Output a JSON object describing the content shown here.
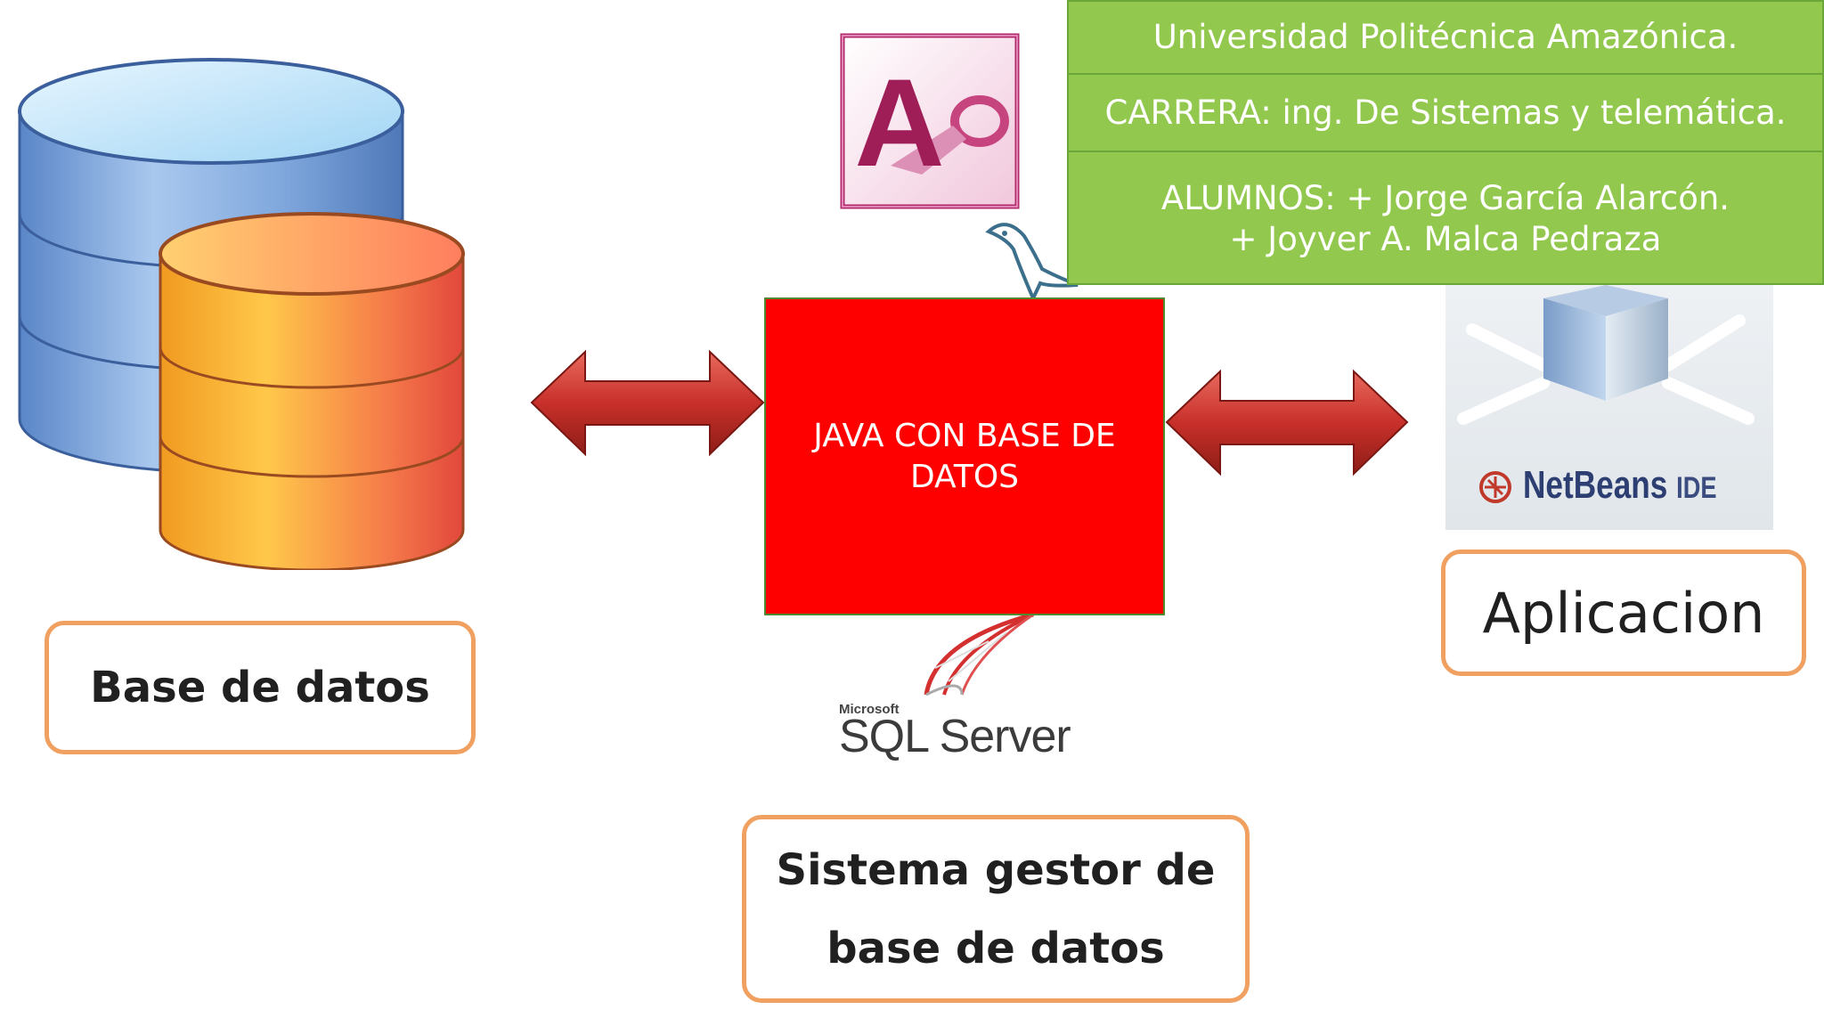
{
  "info": {
    "university": "Universidad Politécnica Amazónica.",
    "career": "CARRERA: ing. De Sistemas y telemática.",
    "students_line1": "ALUMNOS: + Jorge García Alarcón.",
    "students_line2": "+ Joyver A. Malca Pedraza"
  },
  "center": {
    "line1": "JAVA CON BASE DE",
    "line2": "DATOS"
  },
  "labels": {
    "database": "Base de datos",
    "application": "Aplicacion",
    "dbms_line1": "Sistema gestor de",
    "dbms_line2": "base de datos"
  },
  "logos": {
    "sql_server_small": "Microsoft",
    "sql_server_main": "SQL Server",
    "netbeans_main": "NetBeans",
    "netbeans_ide": "IDE",
    "access_letter": "A"
  },
  "colors": {
    "info_bg": "#92c84d",
    "center_bg": "#ff0000",
    "label_border": "#f0a060",
    "arrow": "#c8302a"
  },
  "icons": [
    "database-stack-icon",
    "ms-access-icon",
    "mysql-dolphin-icon",
    "sql-server-icon",
    "netbeans-cube-icon",
    "double-arrow-icon"
  ]
}
